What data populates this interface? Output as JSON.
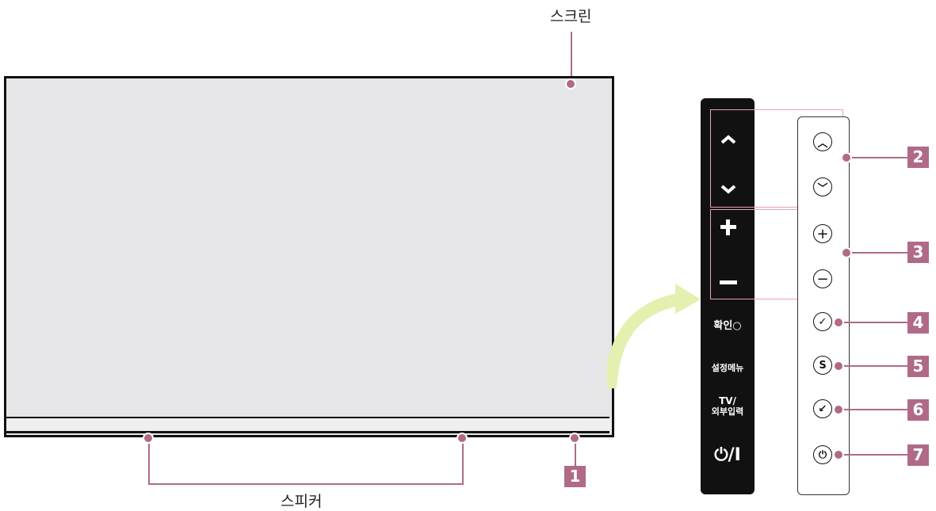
{
  "labels": {
    "screen": "스크린",
    "speaker": "스피커"
  },
  "panel_buttons": {
    "up": "^",
    "down": "v",
    "plus": "+",
    "minus": "−",
    "ok": "확인○",
    "settings": "설정메뉴",
    "input_line1": "TV/",
    "input_line2": "외부입력",
    "power": "⏻/I"
  },
  "side_icons": {
    "up": "︿",
    "down": "﹀",
    "plus": "+",
    "minus": "−",
    "ok": "✓",
    "settings": "S",
    "input": "↙",
    "power": "⏻"
  },
  "callouts": [
    "1",
    "2",
    "3",
    "4",
    "5",
    "6",
    "7"
  ],
  "colors": {
    "callout": "#b06a88",
    "highlight_box": "#e8a0b8",
    "arrow": "#e4f0b0",
    "screen": "#e6e6e8"
  }
}
